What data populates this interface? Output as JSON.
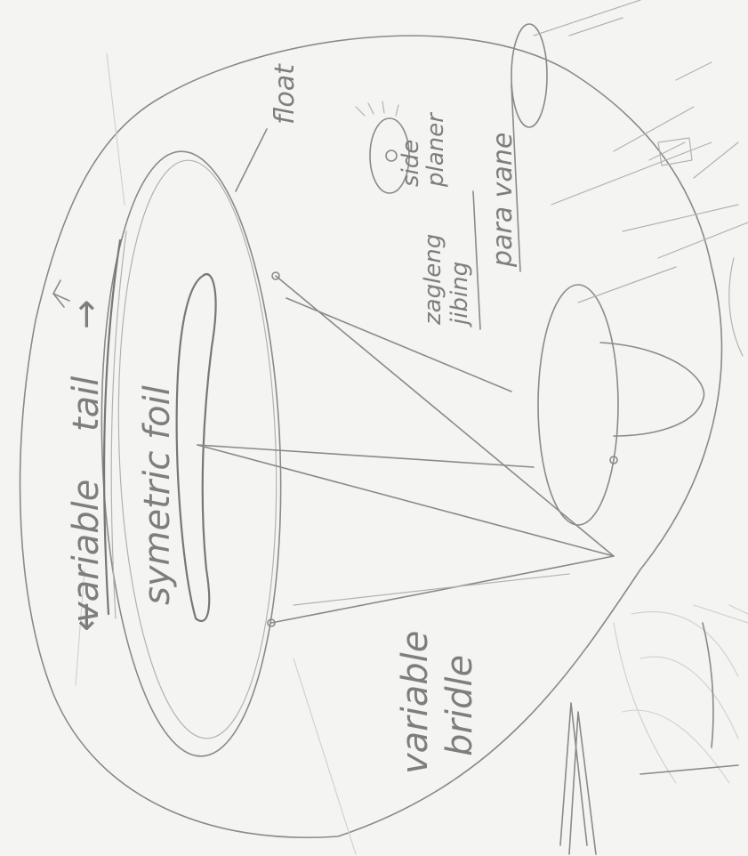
{
  "labels": {
    "variable": "variable",
    "tail": "tail",
    "symetric_foil": "symetric foil",
    "float": "float",
    "variable_bridle_1": "variable",
    "variable_bridle_2": "bridle",
    "side_planer_1": "side",
    "side_planer_2": "planer",
    "zagging": "zagleng",
    "jibing": "jibing",
    "para_vane": "para vane"
  },
  "colors": {
    "paper": "#f4f4f2",
    "pencil": "#8a8a8a"
  }
}
